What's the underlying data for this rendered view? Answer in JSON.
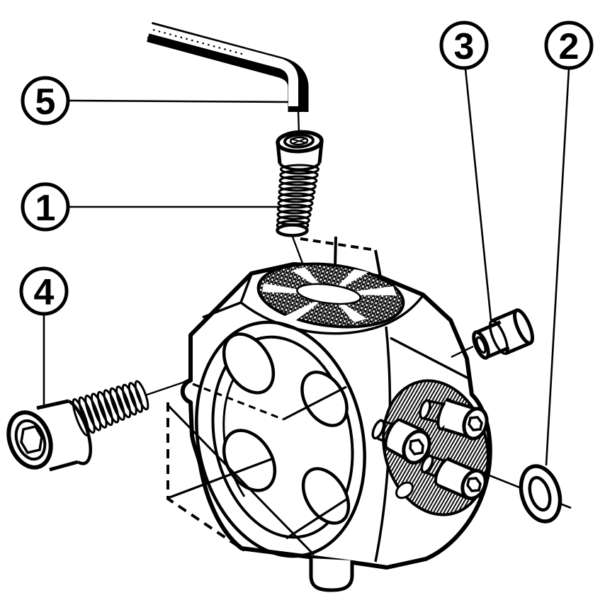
{
  "diagram": {
    "kind": "exploded-assembly-drawing",
    "colors": {
      "line": "#000000",
      "background": "#ffffff"
    }
  },
  "callouts": [
    {
      "number": "1"
    },
    {
      "number": "2"
    },
    {
      "number": "3"
    },
    {
      "number": "4"
    },
    {
      "number": "5"
    }
  ]
}
